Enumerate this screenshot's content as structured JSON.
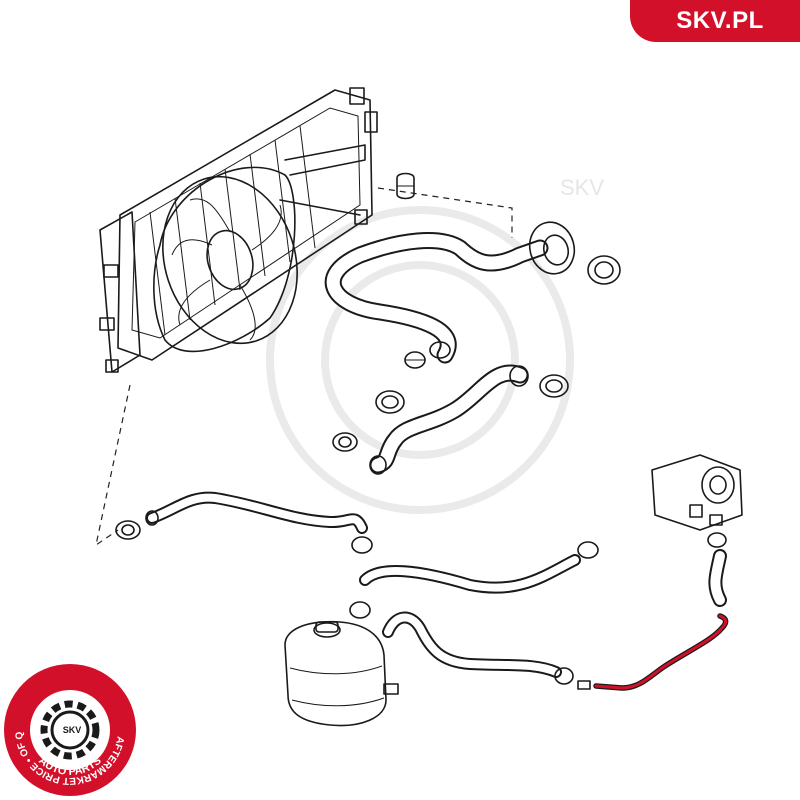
{
  "brand": {
    "label": "SKV.PL"
  },
  "seal": {
    "ring_text": "AFTERMARKET PRICE • OF QUALITY",
    "bottom_text": "AUTO PARTS",
    "center_text": "SKV"
  },
  "watermark": {
    "text": "SKV"
  },
  "colors": {
    "brand_red": "#d3102a",
    "highlight_hose": "#d3102a",
    "line": "#1a1a1a"
  }
}
